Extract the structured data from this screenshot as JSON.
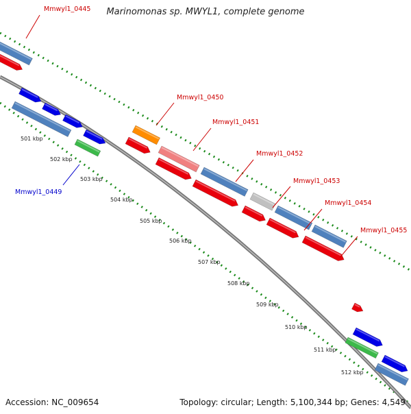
{
  "title": "Marinomonas sp. MWYL1, complete genome",
  "accession": "Accession: NC_009654",
  "topology": "Topology: circular; Length: 5,100,344 bp; Genes: 4,549",
  "colors": {
    "backbone": "#8a8a8a",
    "tick": "#1a8a1a",
    "cds": "#e8000b",
    "gene": "#4f81bd",
    "forward_blue": "#0000e6",
    "trna": "#ff8c00",
    "rrna": "#f08080",
    "pseudo": "#c0c0c0",
    "misc": "#3cb94a",
    "label_red": "#cc0000",
    "label_blue": "#0000cc"
  },
  "tick_labels": [
    {
      "text": "501 kbp",
      "kbp": 501
    },
    {
      "text": "502 kbp",
      "kbp": 502
    },
    {
      "text": "503 kbp",
      "kbp": 503
    },
    {
      "text": "504 kbp",
      "kbp": 504
    },
    {
      "text": "505 kbp",
      "kbp": 505
    },
    {
      "text": "506 kbp",
      "kbp": 506
    },
    {
      "text": "507 kbp",
      "kbp": 507
    },
    {
      "text": "508 kbp",
      "kbp": 508
    },
    {
      "text": "509 kbp",
      "kbp": 509
    },
    {
      "text": "510 kbp",
      "kbp": 510
    },
    {
      "text": "511 kbp",
      "kbp": 511
    },
    {
      "text": "512 kbp",
      "kbp": 512
    }
  ],
  "gene_labels": [
    {
      "text": "Mmwyl1_0445",
      "color": "red"
    },
    {
      "text": "Mmwyl1_0449",
      "color": "blue"
    },
    {
      "text": "Mmwyl1_0450",
      "color": "red"
    },
    {
      "text": "Mmwyl1_0451",
      "color": "red"
    },
    {
      "text": "Mmwyl1_0452",
      "color": "red"
    },
    {
      "text": "Mmwyl1_0453",
      "color": "red"
    },
    {
      "text": "Mmwyl1_0454",
      "color": "red"
    },
    {
      "text": "Mmwyl1_0455",
      "color": "red"
    }
  ]
}
